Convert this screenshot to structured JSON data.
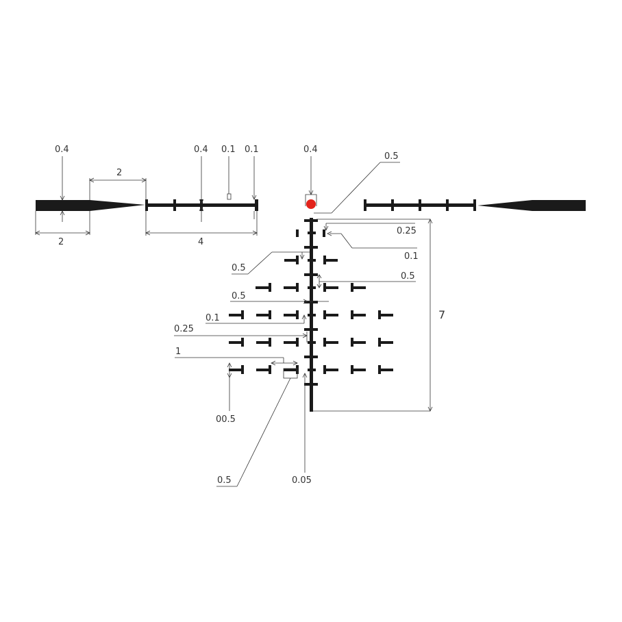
{
  "colors": {
    "reticle": "#1a1a1a",
    "dimension_line": "#333333",
    "dot": "#e3231b",
    "background": "#ffffff"
  },
  "labels": {
    "post_top_width": "0.4",
    "post_left_width": "2",
    "post_gap": "2",
    "scale_bar_width": "0.4",
    "scale_tick_width_a": "0.1",
    "scale_tick_width_b": "0.1",
    "scale_length": "4",
    "dot_height": "0.4",
    "dot_diameter": "0.5",
    "tick_spacing_top": "0.25",
    "tick_width_top": "0.1",
    "hash_left_upper": "0.5",
    "hash_right_upper": "0.5",
    "left_gap_mid": "0.5",
    "left_stub_width": "0.1",
    "left_gap_low": "0.25",
    "bottom_spacing": "1",
    "bottom_height": "00.5",
    "bottom_box_width": "0.5",
    "stem_width": "0.05",
    "total_drop": "7"
  }
}
